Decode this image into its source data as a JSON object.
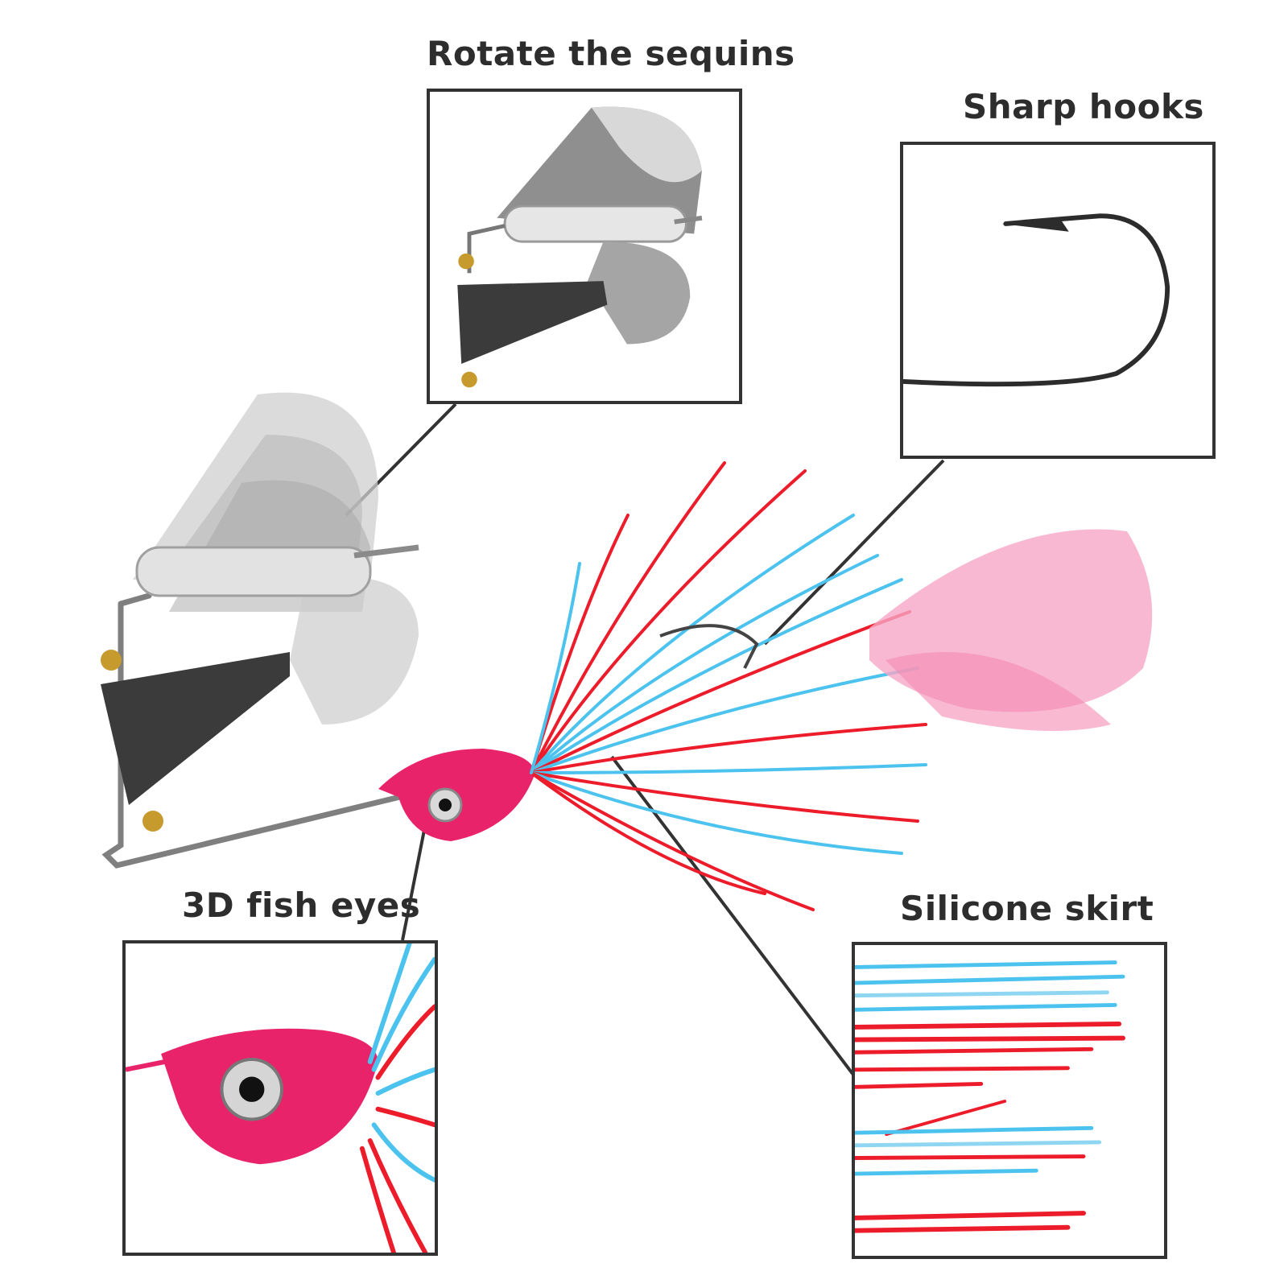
{
  "callouts": {
    "sequins": {
      "label": "Rotate the sequins",
      "icon": "spinner-blade-icon"
    },
    "hooks": {
      "label": "Sharp hooks",
      "icon": "hook-icon"
    },
    "eyes": {
      "label": "3D fish eyes",
      "icon": "fish-eye-icon"
    },
    "skirt": {
      "label": "Silicone skirt",
      "icon": "silicone-skirt-icon"
    }
  },
  "colors": {
    "head": "#e8236a",
    "skirt_red": "#ec1c2b",
    "skirt_blue": "#4cc3ee",
    "tail": "#f7a6c6",
    "metal": "#9a9a9a",
    "dark_blade": "#3b3b3b",
    "bead": "#c79a2e",
    "frame": "#333333"
  }
}
